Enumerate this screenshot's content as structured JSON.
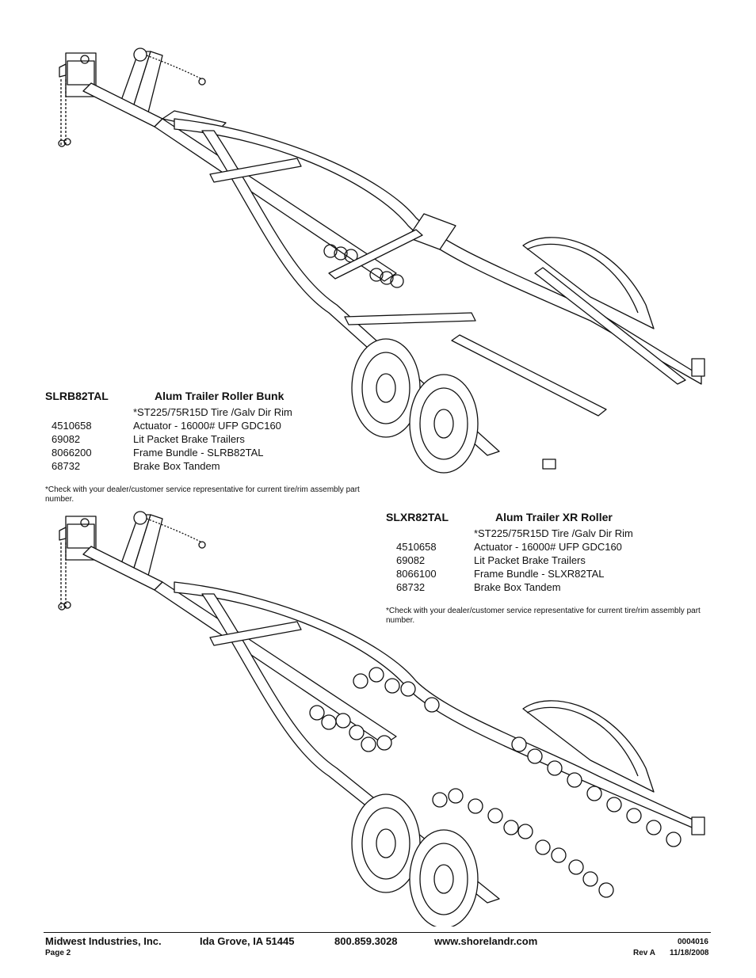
{
  "kits": [
    {
      "model": "SLRB82TAL",
      "title": "Alum Trailer Roller Bunk",
      "tire_note": "*ST225/75R15D Tire /Galv Dir Rim",
      "parts": [
        {
          "number": "4510658",
          "description": "Actuator - 16000# UFP  GDC160"
        },
        {
          "number": "69082",
          "description": "Lit Packet Brake Trailers"
        },
        {
          "number": "8066200",
          "description": "Frame Bundle - SLRB82TAL"
        },
        {
          "number": "68732",
          "description": "Brake Box Tandem"
        }
      ],
      "footnote": "*Check with your dealer/customer service representative for current tire/rim assembly part number."
    },
    {
      "model": "SLXR82TAL",
      "title": "Alum Trailer XR Roller",
      "tire_note": "*ST225/75R15D Tire /Galv Dir Rim",
      "parts": [
        {
          "number": "4510658",
          "description": "Actuator - 16000# UFP  GDC160"
        },
        {
          "number": "69082",
          "description": "Lit Packet Brake Trailers"
        },
        {
          "number": "8066100",
          "description": "Frame Bundle - SLXR82TAL"
        },
        {
          "number": "68732",
          "description": "Brake Box Tandem"
        }
      ],
      "footnote": "*Check with your dealer/customer service representative for current tire/rim assembly part number."
    }
  ],
  "footer": {
    "company": "Midwest Industries, Inc.",
    "location": "Ida Grove, IA  51445",
    "phone": "800.859.3028",
    "website": "www.shorelandr.com",
    "doc_number": "0004016",
    "page": "Page 2",
    "revision": "Rev A",
    "date": "11/18/2008"
  }
}
